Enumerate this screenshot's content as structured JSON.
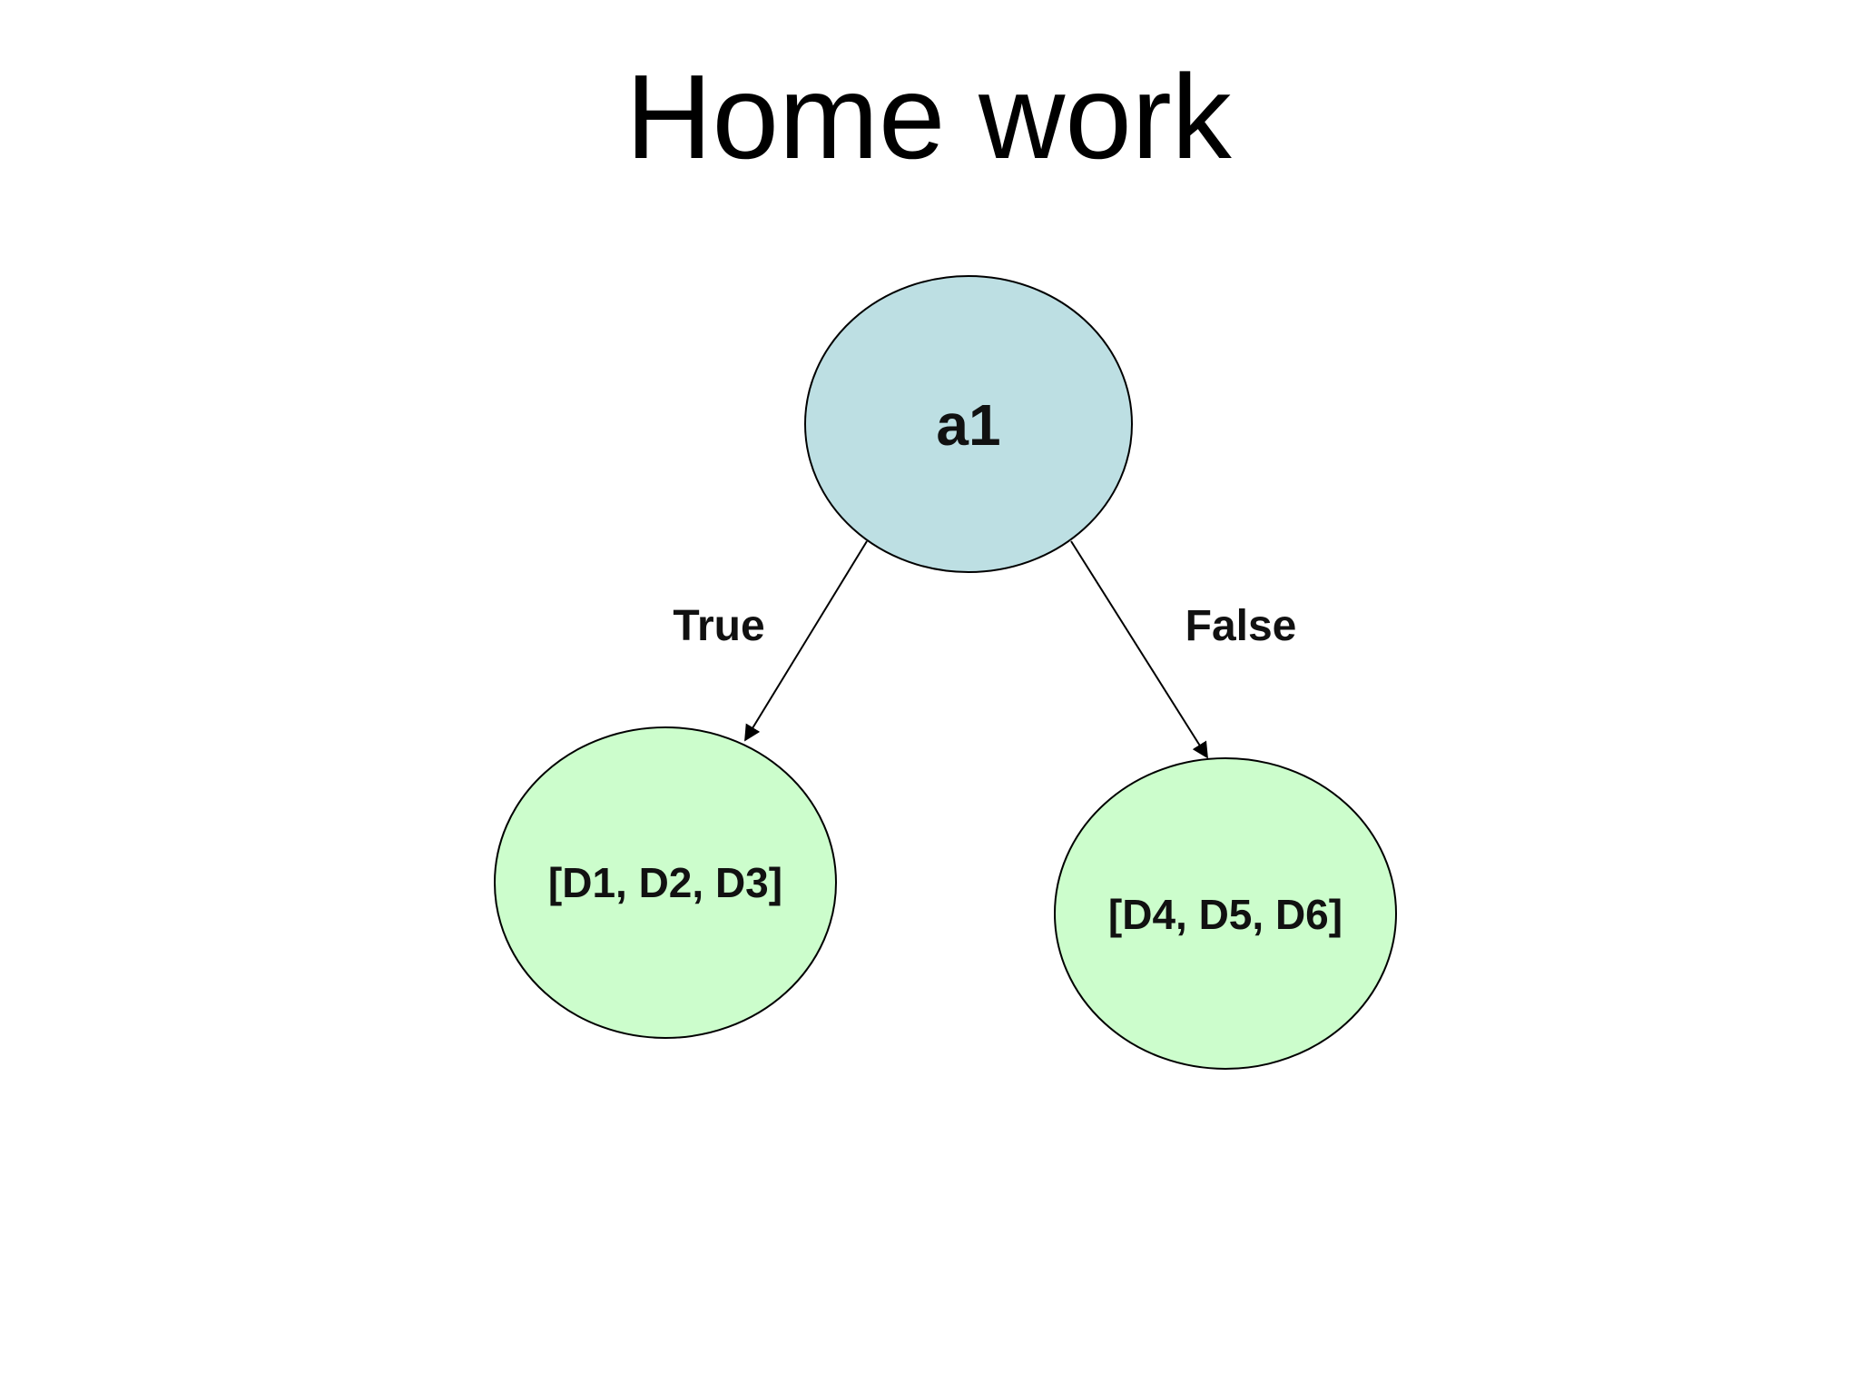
{
  "slide": {
    "title": "Home work"
  },
  "colors": {
    "root_fill": "#bddfe3",
    "leaf_fill": "#ccfdcc",
    "stroke": "#000000",
    "background": "#ffffff"
  },
  "tree": {
    "root": {
      "label": "a1"
    },
    "left_branch": {
      "edge_label": "True",
      "leaf_label": "[D1, D2, D3]"
    },
    "right_branch": {
      "edge_label": "False",
      "leaf_label": "[D4, D5, D6]"
    }
  }
}
